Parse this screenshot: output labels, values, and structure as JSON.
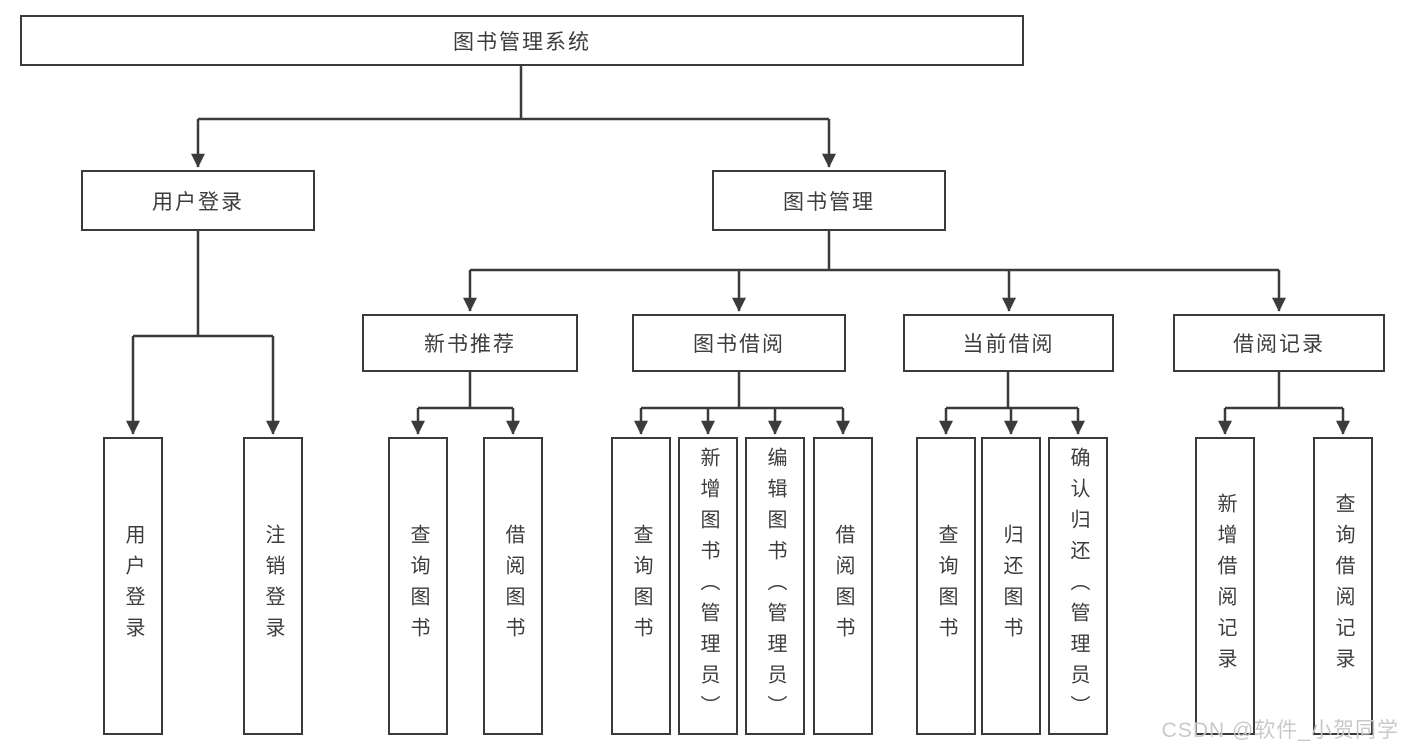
{
  "diagram": {
    "root": "图书管理系统",
    "level2": [
      "用户登录",
      "图书管理"
    ],
    "level3": [
      "新书推荐",
      "图书借阅",
      "当前借阅",
      "借阅记录"
    ],
    "leaves": {
      "user_login": [
        "用户登录",
        "注销登录"
      ],
      "new_book_recommend": [
        "查询图书",
        "借阅图书"
      ],
      "book_borrow": [
        "查询图书",
        "新增图书（管理员）",
        "编辑图书（管理员）",
        "借阅图书"
      ],
      "current_borrow": [
        "查询图书",
        "归还图书",
        "确认归还（管理员）"
      ],
      "borrow_records": [
        "新增借阅记录",
        "查询借阅记录"
      ]
    }
  },
  "watermark": "CSDN @软件_小贺同学",
  "colors": {
    "line": "#3b3b3b",
    "text": "#3d3d3d",
    "background": "#ffffff",
    "watermark": "#c9c9c9"
  }
}
